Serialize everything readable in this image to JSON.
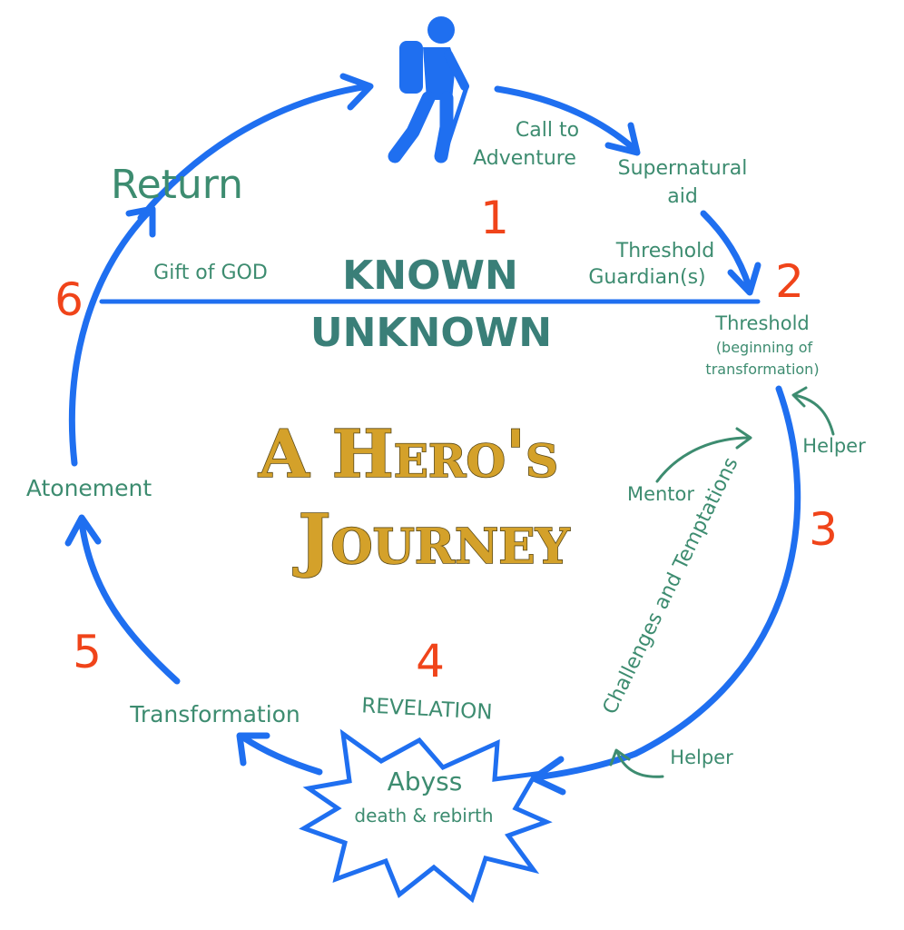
{
  "stage_numbers": [
    "1",
    "2",
    "3",
    "4",
    "5",
    "6"
  ],
  "labels": {
    "call_to_adventure_1": "Call to",
    "call_to_adventure_2": "Adventure",
    "supernatural_aid_1": "Supernatural",
    "supernatural_aid_2": "aid",
    "threshold_guardians_1": "Threshold",
    "threshold_guardians_2": "Guardian(s)",
    "threshold": "Threshold",
    "threshold_note_1": "(beginning of",
    "threshold_note_2": "transformation)",
    "helper_top": "Helper",
    "mentor": "Mentor",
    "challenges": "Challenges and Temptations",
    "helper_bottom": "Helper",
    "revelation": "REVELATION",
    "abyss": "Abyss",
    "abyss_sub": "death & rebirth",
    "transformation": "Transformation",
    "atonement": "Atonement",
    "return": "Return",
    "gift": "Gift of GOD",
    "known": "KNOWN",
    "unknown": "UNKNOWN"
  },
  "title": {
    "line1": "A Hero's",
    "line2": "Journey"
  },
  "colors": {
    "arc_blue": "#1f6ff0",
    "label_green": "#3d8c70",
    "number_red": "#f0441a",
    "title_gold": "#d4a12a"
  },
  "icons": [
    "hiker-icon",
    "starburst-icon"
  ]
}
